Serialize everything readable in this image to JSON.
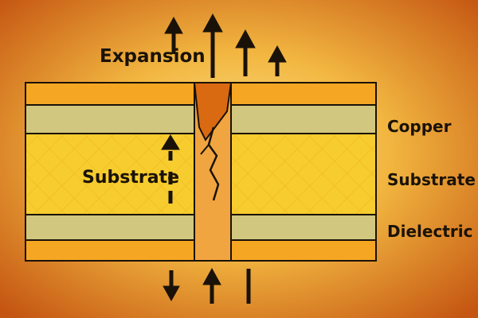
{
  "labels": {
    "expansion": "Expansion",
    "copper": "Copper",
    "substrate_right": "Substrate",
    "dielectric": "Dielectric",
    "substrate_center": "Substrate"
  },
  "colors": {
    "background_center": "#f6d35a",
    "background_edge": "#c9580e",
    "copper_layer": "#f5a623",
    "dielectric_layer": "#d2c77e",
    "substrate_layer": "#f7cc2e",
    "via_fill": "#f0a540",
    "crack_top": "#d96a12",
    "outline": "#1a1208"
  },
  "icons": [
    "expansion-arrow",
    "compression-arrow",
    "crack"
  ]
}
